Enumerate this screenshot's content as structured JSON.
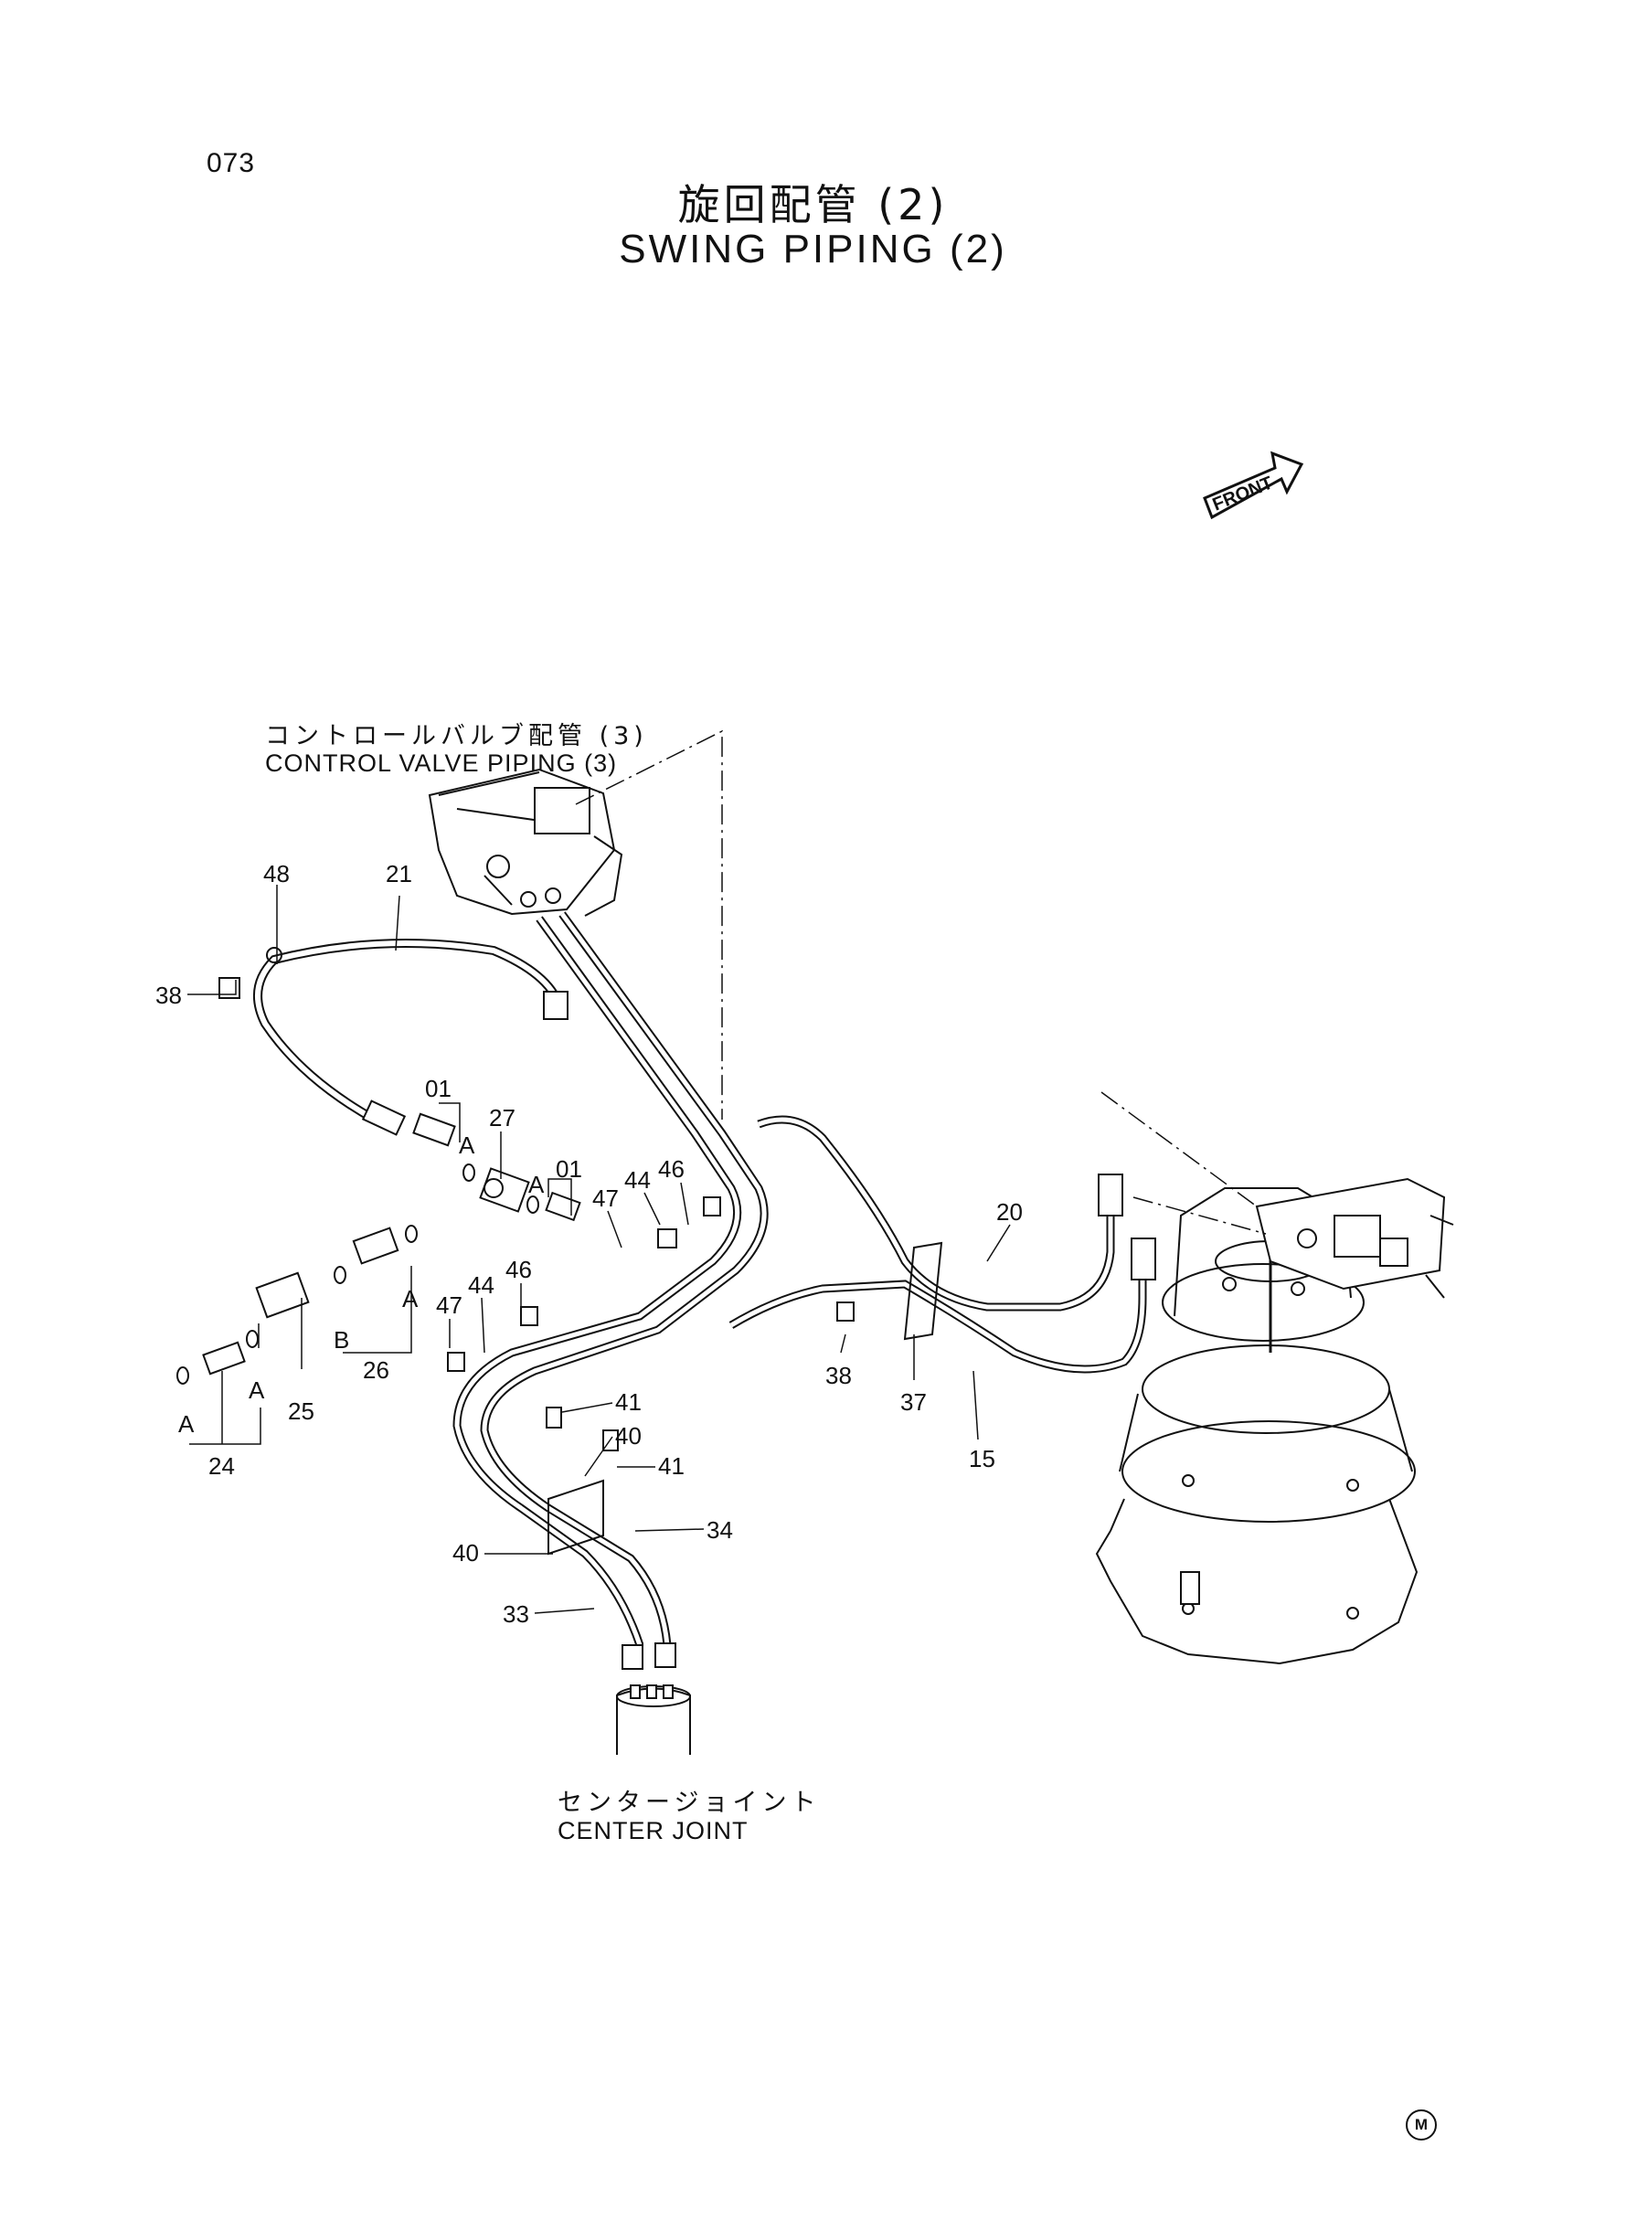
{
  "page_number": "073",
  "title_jp": "旋回配管 (2)",
  "title_en": "SWING PIPING (2)",
  "front_label": "FRONT",
  "callouts": {
    "control_valve_jp": "コントロールバルブ配管 (3)",
    "control_valve_en": "CONTROL VALVE PIPING (3)",
    "center_joint_jp": "センタージョイント",
    "center_joint_en": "CENTER JOINT"
  },
  "part_numbers": {
    "p48": "48",
    "p21": "21",
    "p38a": "38",
    "p01a": "01",
    "p27": "27",
    "pAa": "A",
    "p01b": "01",
    "pAb": "A",
    "p46a": "46",
    "p44a": "44",
    "p47a": "47",
    "p46b": "46",
    "p44b": "44",
    "p47b": "47",
    "pAc": "A",
    "pB": "B",
    "p26": "26",
    "p25": "25",
    "pAd": "A",
    "pAe": "A",
    "p24": "24",
    "p20": "20",
    "p38b": "38",
    "p37": "37",
    "p15": "15",
    "p41a": "41",
    "p40a": "40",
    "p41b": "41",
    "p34": "34",
    "p40b": "40",
    "p33": "33"
  },
  "maker_mark": "M"
}
